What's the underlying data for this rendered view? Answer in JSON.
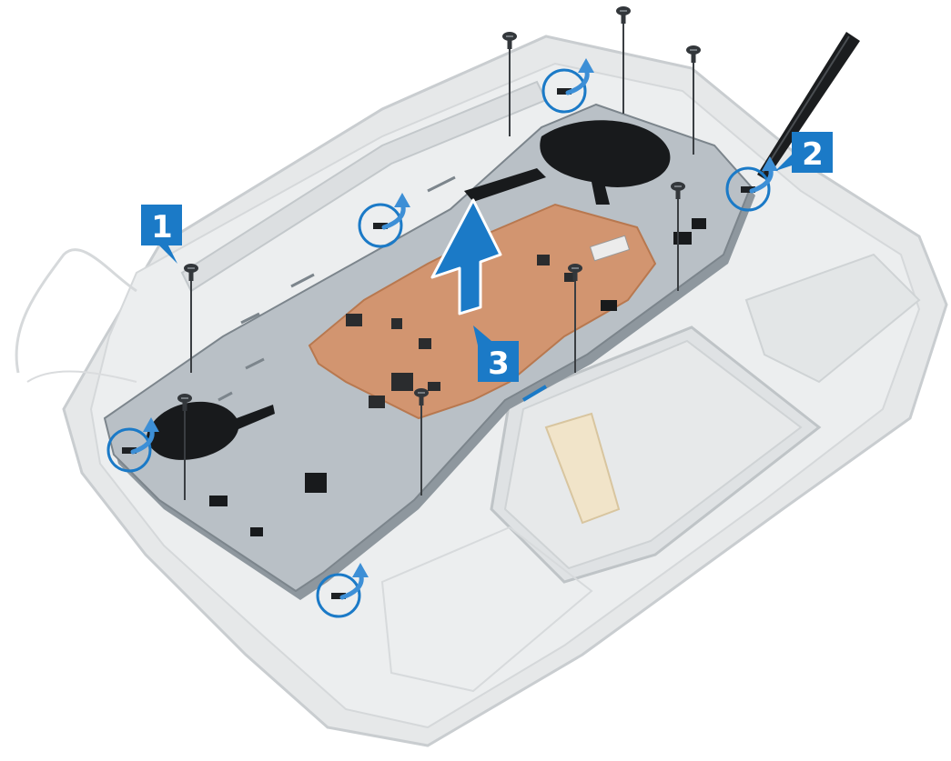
{
  "diagram": {
    "steps": [
      {
        "label": "1"
      },
      {
        "label": "2"
      },
      {
        "label": "3"
      }
    ],
    "colors": {
      "callout_blue": "#1b7ac7",
      "arrow_blue": "#3d8fd6",
      "plate_gray": "#b9c0c6",
      "plate_shadow": "#8e979e",
      "copper_foil": "#d29570",
      "chassis_gray": "#e2e4e5",
      "screw_dark": "#33373b",
      "tool_black": "#1b1d1f"
    },
    "icons": [
      "screw-icon",
      "scribe-tool-icon",
      "lift-arrow-icon",
      "rotate-arrow-icon",
      "callout-circle-icon"
    ]
  }
}
